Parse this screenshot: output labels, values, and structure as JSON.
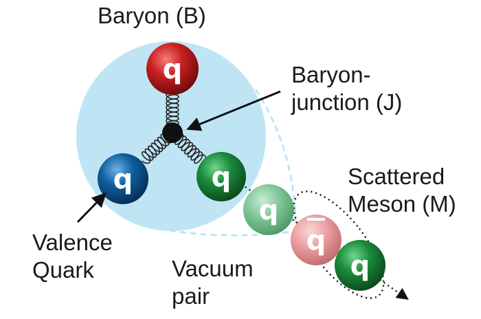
{
  "labels": {
    "baryon": "Baryon (B)",
    "junction_line1": "Baryon-",
    "junction_line2": "junction (J)",
    "scattered_line1": "Scattered",
    "scattered_line2": "Meson (M)",
    "valence_line1": "Valence",
    "valence_line2": "Quark",
    "vacuum_line1": "Vacuum",
    "vacuum_line2": "pair"
  },
  "quarks": {
    "top": "q",
    "left": "q",
    "right": "q",
    "vacuum_quark": "q",
    "vacuum_antiquark": "q",
    "meson_quark": "q"
  },
  "colors": {
    "baryon_bubble": "#bfe5f5",
    "red_quark": "#c8201f",
    "blue_quark": "#0f5f9e",
    "green_quark": "#1b8a3a",
    "light_green_quark": "#7fc596",
    "light_red_quark": "#ea9da0",
    "junction": "#111111"
  }
}
